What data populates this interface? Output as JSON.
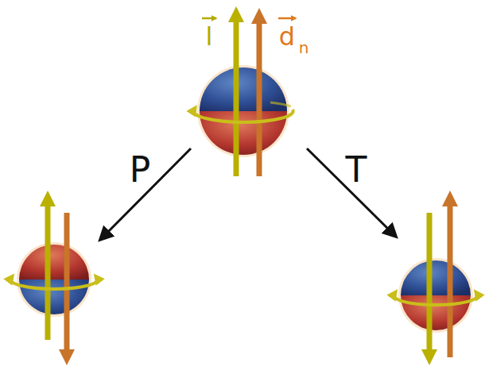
{
  "diagram": {
    "labels": [
      "l",
      "d",
      "n",
      "P",
      "T"
    ]
  }
}
